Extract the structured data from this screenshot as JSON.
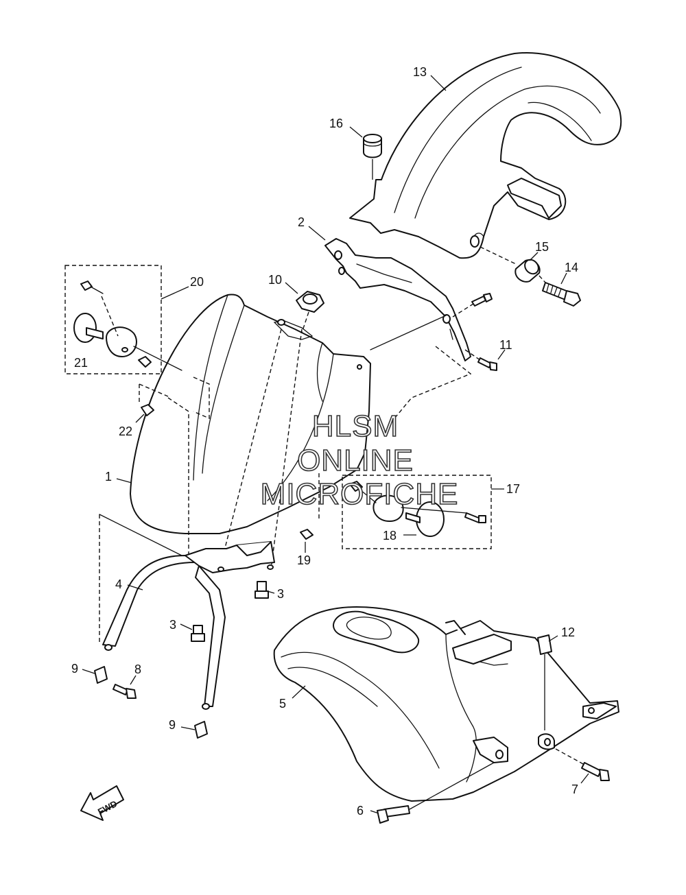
{
  "watermark": {
    "line1": "HLSM",
    "line2": "ONLINE",
    "line3": "MICROFICHE"
  },
  "direction_marker": {
    "label": "FWD"
  },
  "callouts": [
    {
      "id": "c1",
      "label": "1"
    },
    {
      "id": "c2",
      "label": "2"
    },
    {
      "id": "c3a",
      "label": "3"
    },
    {
      "id": "c3b",
      "label": "3"
    },
    {
      "id": "c4",
      "label": "4"
    },
    {
      "id": "c5",
      "label": "5"
    },
    {
      "id": "c6",
      "label": "6"
    },
    {
      "id": "c7",
      "label": "7"
    },
    {
      "id": "c8",
      "label": "8"
    },
    {
      "id": "c9a",
      "label": "9"
    },
    {
      "id": "c9b",
      "label": "9"
    },
    {
      "id": "c10",
      "label": "10"
    },
    {
      "id": "c11",
      "label": "11"
    },
    {
      "id": "c12",
      "label": "12"
    },
    {
      "id": "c13",
      "label": "13"
    },
    {
      "id": "c14",
      "label": "14"
    },
    {
      "id": "c15",
      "label": "15"
    },
    {
      "id": "c16",
      "label": "16"
    },
    {
      "id": "c17",
      "label": "17"
    },
    {
      "id": "c18",
      "label": "18"
    },
    {
      "id": "c19",
      "label": "19"
    },
    {
      "id": "c20",
      "label": "20"
    },
    {
      "id": "c21",
      "label": "21"
    },
    {
      "id": "c22",
      "label": "22"
    }
  ]
}
